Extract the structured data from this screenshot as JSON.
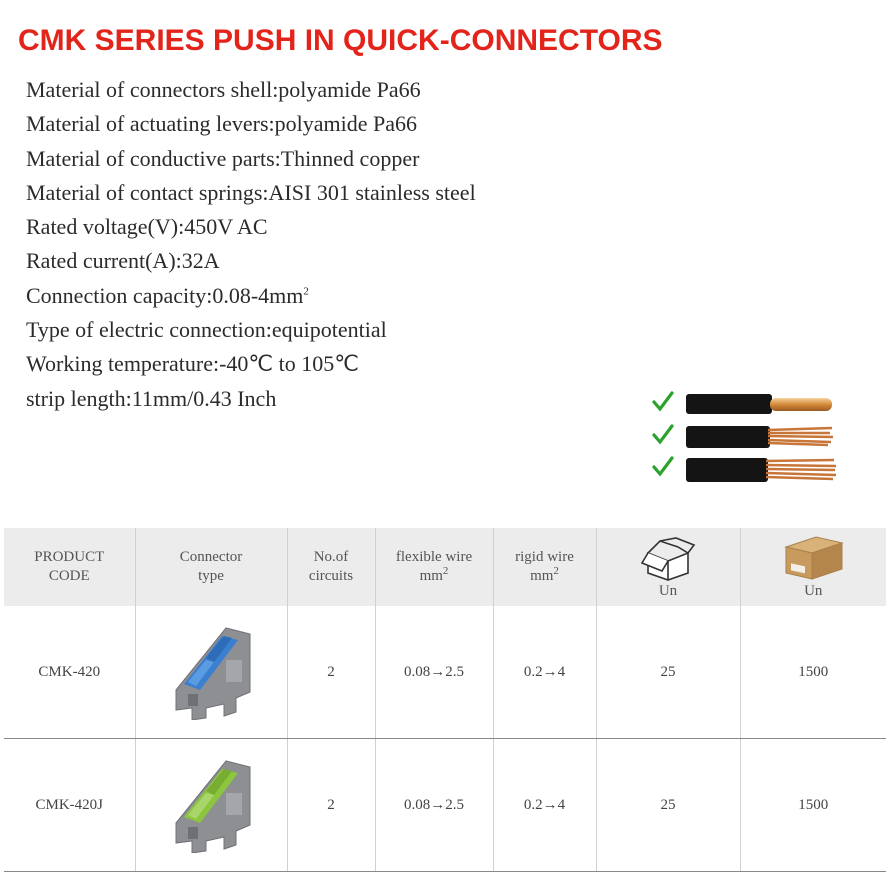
{
  "title": "CMK SERIES PUSH IN QUICK-CONNECTORS",
  "specs": [
    "Material of connectors shell:polyamide Pa66",
    "Material of actuating levers:polyamide Pa66",
    "Material of conductive parts:Thinned copper",
    "Material of contact springs:AISI 301 stainless steel",
    "Rated voltage(V):450V AC",
    "Rated current(A):32A",
    "Connection capacity:0.08-4mm",
    "Type of electric connection:equipotential",
    "Working temperature:-40℃ to 105℃",
    "strip length:11mm/0.43 Inch"
  ],
  "spec_superscript": "2",
  "colors": {
    "title": "#e3241b",
    "check": "#2ca12c",
    "header_bg": "#ececec"
  },
  "table": {
    "headers": {
      "product_code": [
        "PRODUCT",
        "CODE"
      ],
      "connector_type": [
        "Connector",
        "type"
      ],
      "circuits": [
        "No.of",
        "circuits"
      ],
      "flexible": [
        "flexible wire",
        "mm"
      ],
      "rigid": [
        "rigid wire",
        "mm"
      ],
      "box_un": "Un",
      "carton_un": "Un"
    },
    "rows": [
      {
        "code": "CMK-420",
        "circuits": "2",
        "flexible": "0.08→2.5",
        "rigid": "0.2→4",
        "box": "25",
        "carton": "1500",
        "lever_color": "#3b7fd1"
      },
      {
        "code": "CMK-420J",
        "circuits": "2",
        "flexible": "0.08→2.5",
        "rigid": "0.2→4",
        "box": "25",
        "carton": "1500",
        "lever_color": "#8cc63f"
      }
    ]
  }
}
